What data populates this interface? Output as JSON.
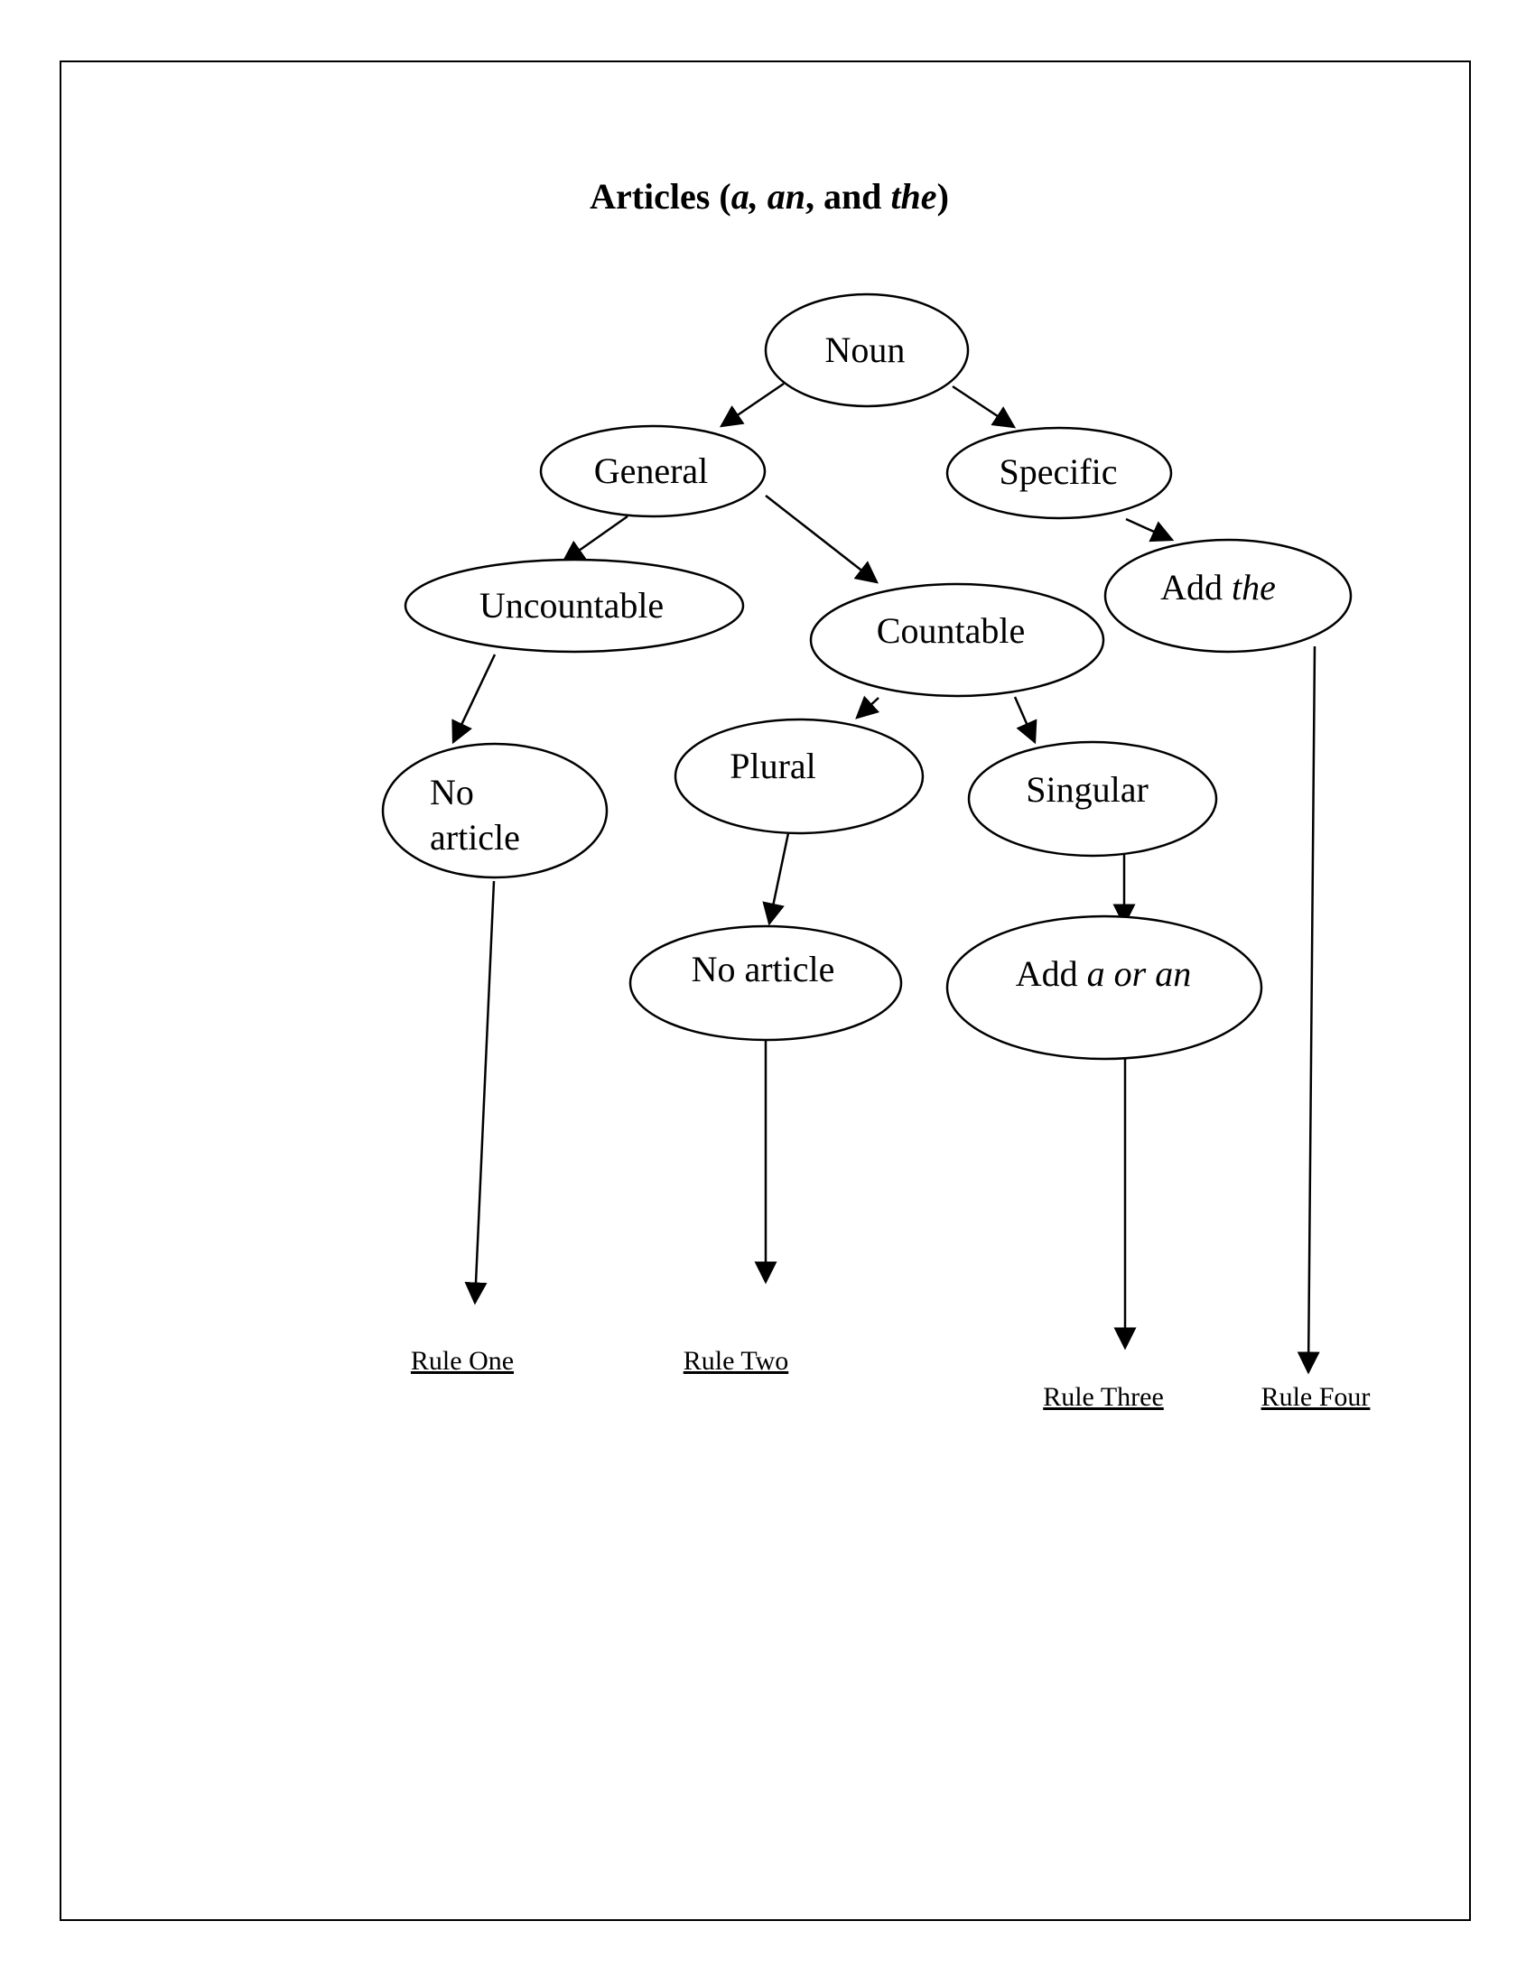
{
  "title": {
    "part1": "Articles (",
    "part2": "a, an",
    "part3": ", and ",
    "part4": "the",
    "part5": ")"
  },
  "nodes": {
    "noun": "Noun",
    "general": "General",
    "specific": "Specific",
    "uncountable": "Uncountable",
    "countable": "Countable",
    "add_the": {
      "prefix": "Add ",
      "emph": "the"
    },
    "no_article_1": {
      "line1": "No",
      "line2": "article"
    },
    "plural": "Plural",
    "singular": "Singular",
    "no_article_2": "No article",
    "add_a_or_an": {
      "prefix": "Add ",
      "emph": "a or an"
    }
  },
  "rules": {
    "one": "Rule One",
    "two": "Rule Two",
    "three": "Rule Three",
    "four": "Rule Four"
  },
  "colors": {
    "ink": "#000000",
    "paper": "#ffffff"
  }
}
